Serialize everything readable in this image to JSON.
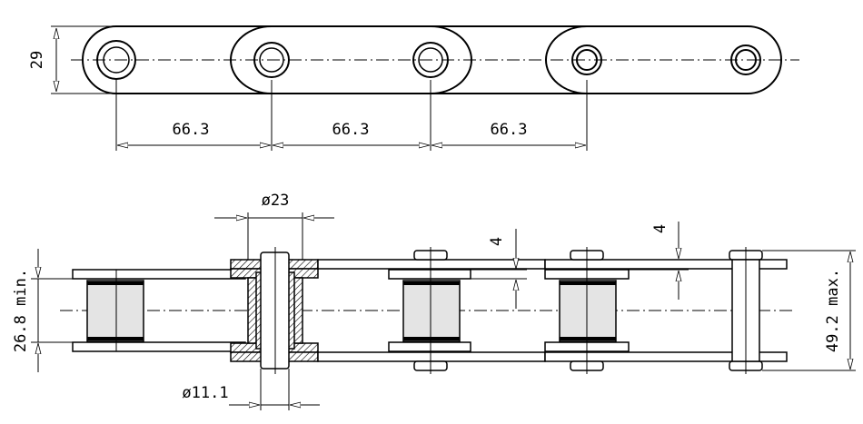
{
  "dimensions": {
    "plate_height": "29",
    "pitch_1": "66.3",
    "pitch_2": "66.3",
    "pitch_3": "66.3",
    "bushing_diameter": "ø23",
    "pin_diameter": "ø11.1",
    "roller_width": "26.8 min.",
    "overall_width": "49.2 max.",
    "plate_thickness_1": "4",
    "plate_thickness_2": "4"
  }
}
